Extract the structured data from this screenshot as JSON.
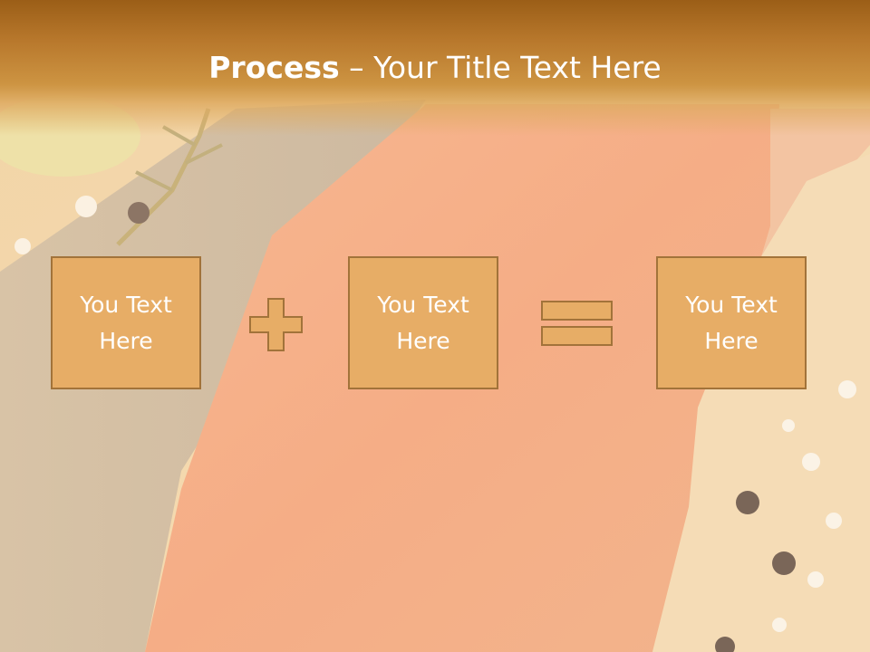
{
  "title": {
    "bold": "Process",
    "rest": " – Your Title Text Here"
  },
  "boxes": [
    {
      "label": "You Text Here"
    },
    {
      "label": "You Text Here"
    },
    {
      "label": "You Text Here"
    }
  ],
  "icons": {
    "plus": "plus-icon",
    "equals": "equals-icon"
  },
  "colors": {
    "title_bar": "#b8782c",
    "box_fill": "#e7ad66",
    "box_border": "#a2733a",
    "text": "#ffffff"
  }
}
